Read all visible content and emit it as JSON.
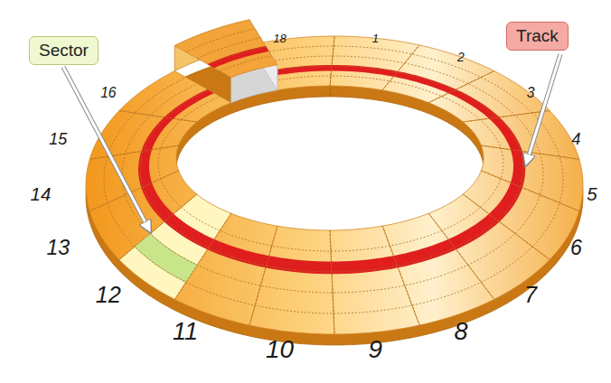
{
  "diagram": {
    "nodes": [
      {
        "text": [
          "Sector"
        ]
      },
      {
        "text": [
          "Track"
        ]
      }
    ],
    "labels": [
      "18",
      "1",
      "2",
      "3",
      "4",
      "5",
      "6",
      "7",
      "8",
      "9",
      "10",
      "11",
      "12",
      "13",
      "14",
      "15",
      "16"
    ]
  }
}
